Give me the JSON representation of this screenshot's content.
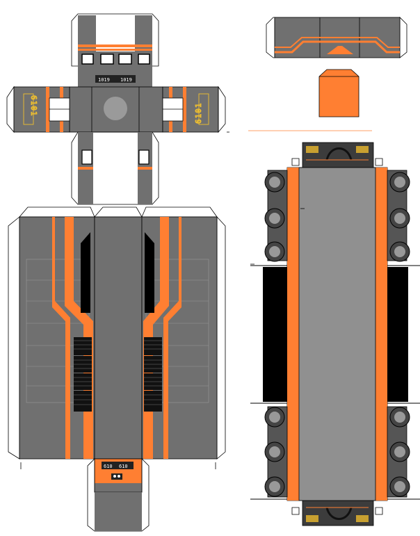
{
  "sheet": {
    "unit_number": "6101",
    "unit_number_mirrored": "1019",
    "small_plate": "610",
    "colors": {
      "body_gray": "#707070",
      "accent_orange": "#ff7f32",
      "dark_gray": "#4a4a4a",
      "window_black": "#000000",
      "number_yellow": "#f2c12e",
      "outline": "#000000"
    }
  }
}
